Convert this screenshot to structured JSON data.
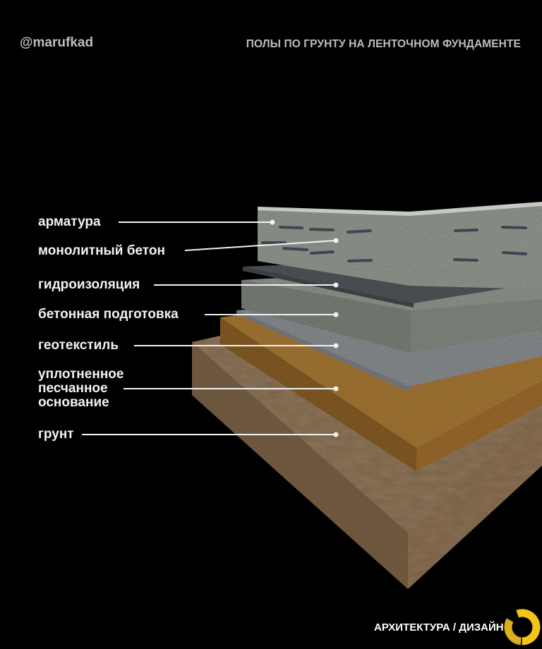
{
  "header": {
    "handle": "@marufkad",
    "title": "ПОЛЫ ПО ГРУНТУ НА ЛЕНТОЧНОМ ФУНДАМЕНТЕ"
  },
  "layers": [
    {
      "label": "арматура"
    },
    {
      "label": "монолитный бетон"
    },
    {
      "label": "гидроизоляция"
    },
    {
      "label": "бетонная подготовка"
    },
    {
      "label": "геотекстиль"
    },
    {
      "label": "уплотненное\nпесчанное\nоснование"
    },
    {
      "label": "грунт"
    }
  ],
  "footer": {
    "text": "АРХИТЕКТУРА / ДИЗАЙН"
  },
  "colors": {
    "background": "#000000",
    "concrete": "#a9b2a8",
    "waterproofing": "#5f6266",
    "sand": "#b8843a",
    "soil": "#8a6e52",
    "logo_accent": "#f3c51a"
  }
}
